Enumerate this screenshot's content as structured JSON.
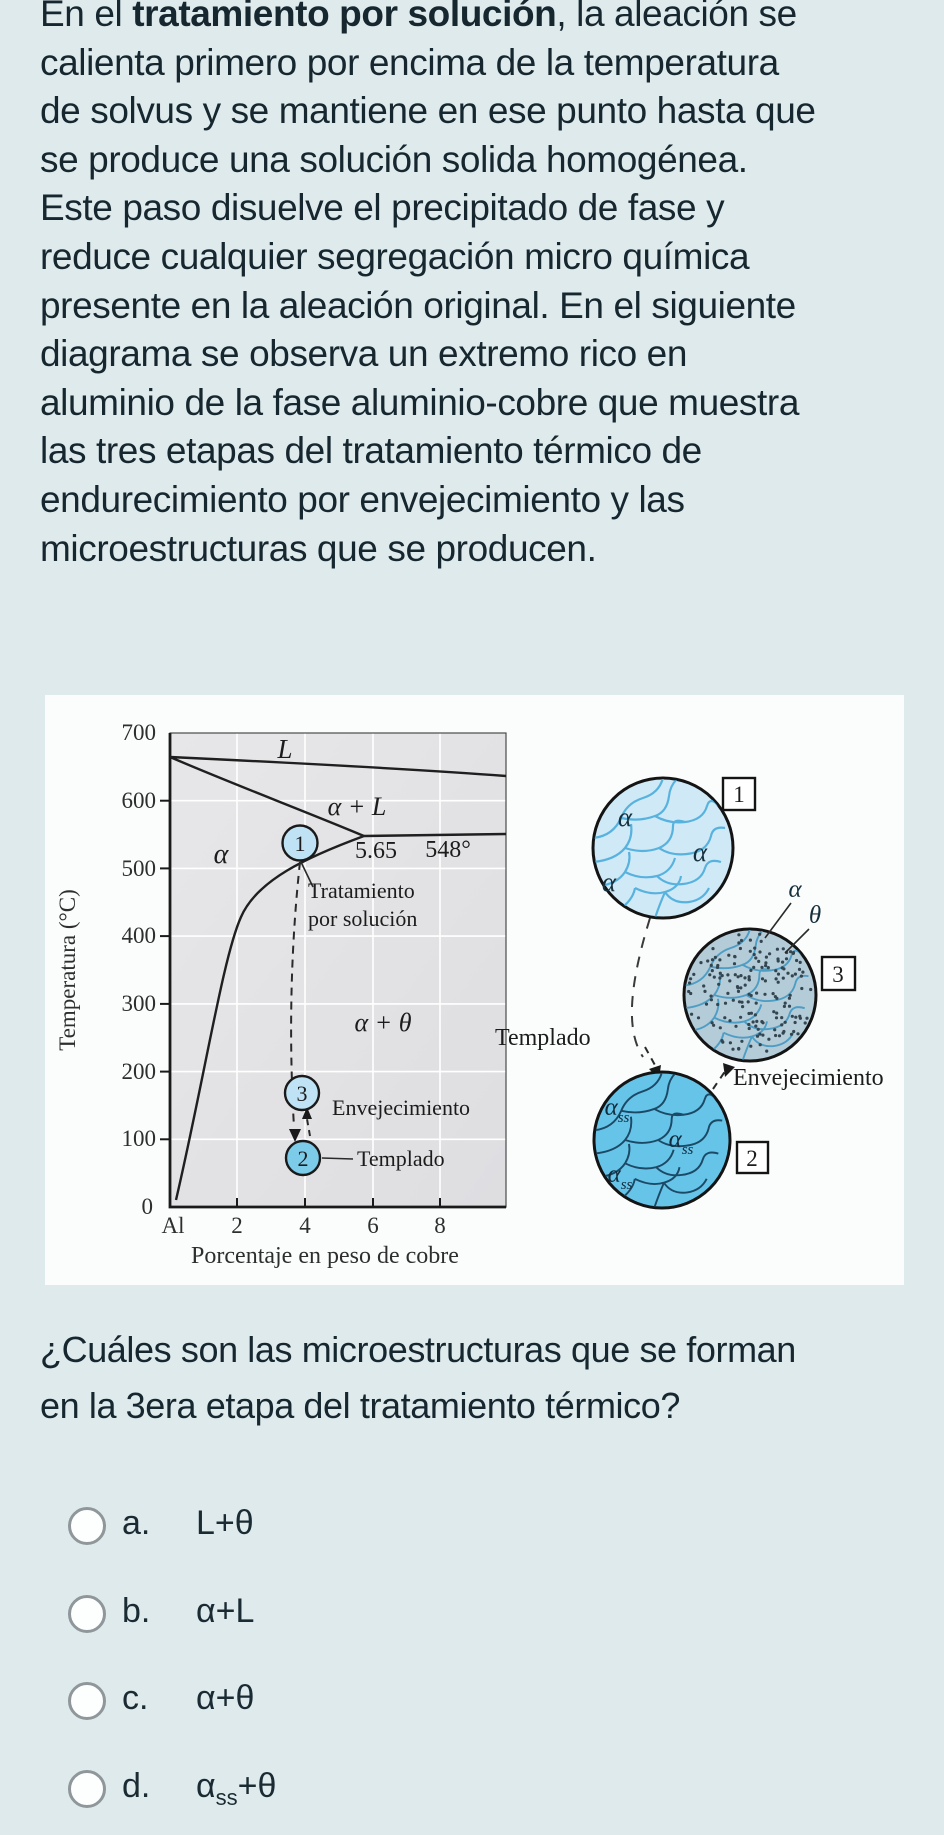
{
  "page": {
    "background": "#dfeaed",
    "text_color": "#16272f"
  },
  "intro": {
    "line1_pre": "En el ",
    "line1_bold": "tratamiento por solución",
    "line1_post": ", la aleación se",
    "lines": [
      "calienta primero por encima de la temperatura",
      "de solvus y se mantiene en ese punto hasta que",
      "se produce una solución solida homogénea.",
      "Este paso disuelve el precipitado de fase y",
      "reduce cualquier segregación micro química",
      "presente en la aleación original. En el siguiente",
      "diagrama se observa un extremo rico en",
      "aluminio de la fase aluminio-cobre que muestra",
      "las tres etapas del tratamiento térmico de",
      "endurecimiento por envejecimiento y las",
      "microestructuras que se producen."
    ]
  },
  "figure": {
    "diagram": {
      "y_axis_label": "Temperatura (°C)",
      "x_axis_label": "Porcentaje en peso de cobre",
      "y_ticks": [
        "700",
        "600",
        "500",
        "400",
        "300",
        "200",
        "100",
        "0"
      ],
      "x_ticks": [
        "Al",
        "2",
        "4",
        "6",
        "8"
      ],
      "region_liquid": "L",
      "region_alpha_l": "α + L",
      "region_alpha": "α",
      "region_alpha_theta": "α + θ",
      "eutectic_composition": "5.65",
      "eutectic_temp": "548°",
      "label_solution_1": "Tratamiento",
      "label_solution_2": "por solución",
      "label_aging": "Envejecimiento",
      "label_quench": "Templado",
      "point1": "1",
      "point2": "2",
      "point3": "3"
    },
    "micro": {
      "box1": "1",
      "box2": "2",
      "box3": "3",
      "alpha": "α",
      "theta": "θ",
      "alpha_ss_base": "α",
      "alpha_ss_sub": "ss",
      "label_quench": "Templado",
      "label_aging": "Envejecimiento"
    },
    "colors": {
      "micro1_fill": "#cfe9f7",
      "micro1_grain": "#58b2de",
      "micro2_fill": "#67c4e9",
      "micro2_grain": "#1c4a66",
      "micro3_fill": "#b4cbd8",
      "micro3_grain": "#4d9dc4",
      "marker_fill": "#bfe3f4",
      "plot_bg": "#e3e3e5"
    }
  },
  "question": {
    "line1": "¿Cuáles son las microestructuras que se forman",
    "line2": "en la 3era etapa del tratamiento térmico?"
  },
  "options": [
    {
      "letter": "a.",
      "pre": "L+θ",
      "sub": "",
      "post": ""
    },
    {
      "letter": "b.",
      "pre": "α+L",
      "sub": "",
      "post": ""
    },
    {
      "letter": "c.",
      "pre": "α+θ",
      "sub": "",
      "post": ""
    },
    {
      "letter": "d.",
      "pre": "α",
      "sub": "ss",
      "post": "+θ"
    }
  ]
}
